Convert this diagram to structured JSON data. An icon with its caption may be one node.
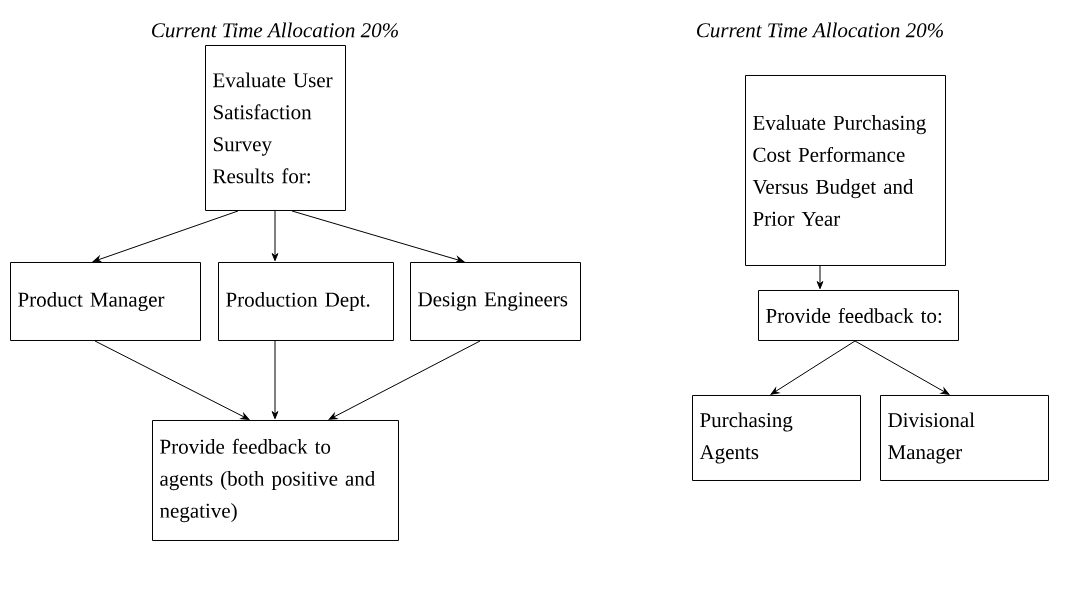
{
  "diagram": {
    "nodes": [
      {
        "text": [
          "Evaluate User Satisfaction Survey Results for:"
        ]
      },
      {
        "text": [
          "Product Manager"
        ]
      },
      {
        "text": [
          "Production Dept."
        ]
      },
      {
        "text": [
          "Design Engineers"
        ]
      },
      {
        "text": [
          "Provide feedback to agents (both positive and negative)"
        ]
      },
      {
        "text": [
          "Evaluate Purchasing Cost Performance Versus Budget and Prior Year"
        ]
      },
      {
        "text": [
          "Provide feedback to:"
        ]
      },
      {
        "text": [
          "Purchasing Agents"
        ]
      },
      {
        "text": [
          "Divisional Manager"
        ]
      }
    ],
    "edges": [
      {
        "from": 0,
        "to": 1,
        "arrow": "to"
      },
      {
        "from": 0,
        "to": 2,
        "arrow": "to"
      },
      {
        "from": 0,
        "to": 3,
        "arrow": "to"
      },
      {
        "from": 1,
        "to": 4,
        "arrow": "to"
      },
      {
        "from": 2,
        "to": 4,
        "arrow": "to"
      },
      {
        "from": 3,
        "to": 4,
        "arrow": "to"
      },
      {
        "from": 5,
        "to": 6,
        "arrow": "to"
      },
      {
        "from": 6,
        "to": 7,
        "arrow": "to"
      },
      {
        "from": 6,
        "to": 8,
        "arrow": "to"
      }
    ],
    "labels": [
      "Current Time Allocation 20%",
      "Current Time Allocation 20%"
    ]
  }
}
